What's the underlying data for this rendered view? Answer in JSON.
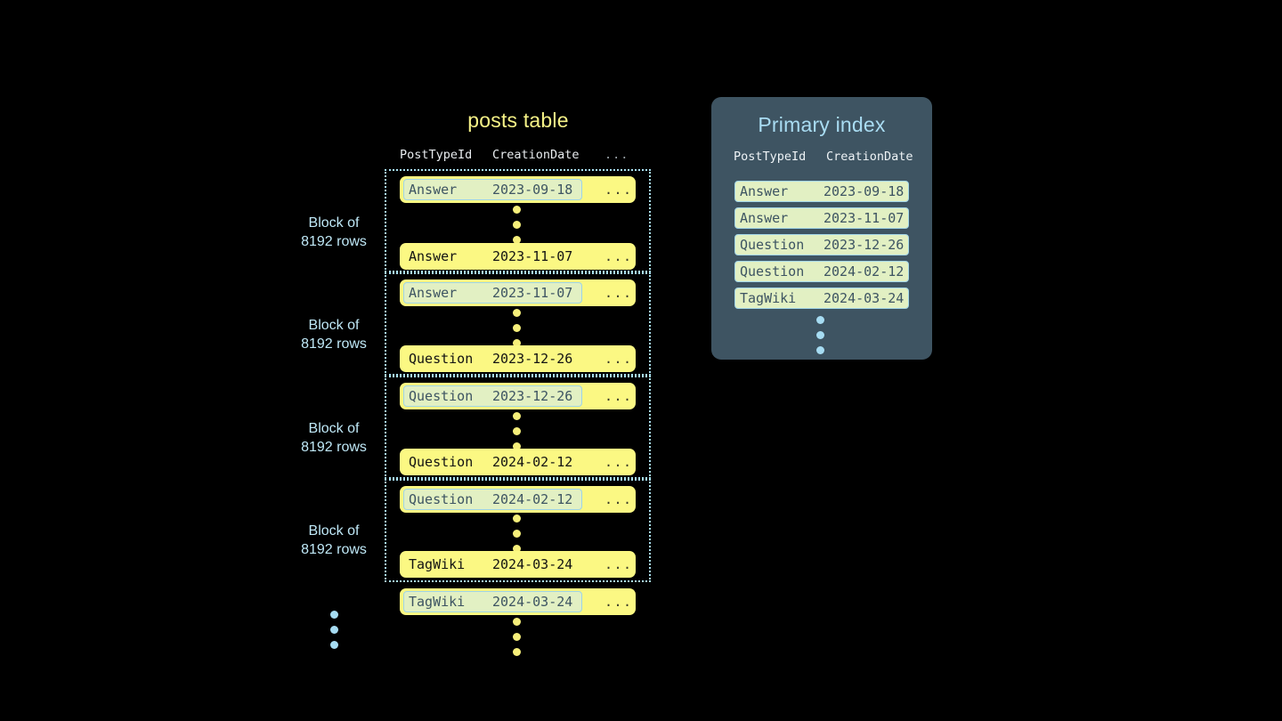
{
  "posts_table": {
    "title": "posts table",
    "columns": [
      "PostTypeId",
      "CreationDate",
      "..."
    ],
    "blocks": [
      {
        "label_line1": "Block of",
        "label_line2": "8192 rows",
        "first_row": {
          "type": "Answer",
          "date": "2023-09-18",
          "more": "...",
          "highlighted": true
        },
        "last_row": {
          "type": "Answer",
          "date": "2023-11-07",
          "more": "...",
          "highlighted": false
        }
      },
      {
        "label_line1": "Block of",
        "label_line2": "8192 rows",
        "first_row": {
          "type": "Answer",
          "date": "2023-11-07",
          "more": "...",
          "highlighted": true
        },
        "last_row": {
          "type": "Question",
          "date": "2023-12-26",
          "more": "...",
          "highlighted": false
        }
      },
      {
        "label_line1": "Block of",
        "label_line2": "8192 rows",
        "first_row": {
          "type": "Question",
          "date": "2023-12-26",
          "more": "...",
          "highlighted": true
        },
        "last_row": {
          "type": "Question",
          "date": "2024-02-12",
          "more": "...",
          "highlighted": false
        }
      },
      {
        "label_line1": "Block of",
        "label_line2": "8192 rows",
        "first_row": {
          "type": "Question",
          "date": "2024-02-12",
          "more": "...",
          "highlighted": true
        },
        "last_row": {
          "type": "TagWiki",
          "date": "2024-03-24",
          "more": "...",
          "highlighted": false
        }
      }
    ],
    "trailing_row": {
      "type": "TagWiki",
      "date": "2024-03-24",
      "more": "...",
      "highlighted": true
    }
  },
  "primary_index": {
    "title": "Primary index",
    "columns": [
      "PostTypeId",
      "CreationDate"
    ],
    "rows": [
      {
        "type": "Answer",
        "date": "2023-09-18"
      },
      {
        "type": "Answer",
        "date": "2023-11-07"
      },
      {
        "type": "Question",
        "date": "2023-12-26"
      },
      {
        "type": "Question",
        "date": "2024-02-12"
      },
      {
        "type": "TagWiki",
        "date": "2024-03-24"
      }
    ]
  },
  "colors": {
    "background": "#000000",
    "row_yellow": "#fbf883",
    "highlight_green": "#e2f0c3",
    "highlight_border": "#9fd4e6",
    "panel_slate": "#3e5462",
    "accent_blue": "#a9dcf2",
    "accent_yellow": "#f7f387",
    "block_border": "#a9dff0"
  }
}
